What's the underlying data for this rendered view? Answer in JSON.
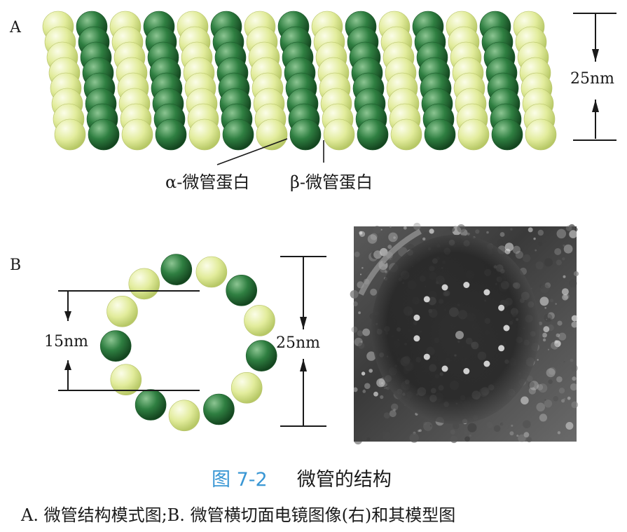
{
  "panel_a": {
    "letter": "A",
    "diameter_label": "25nm",
    "alpha_label": "α-微管蛋白",
    "beta_label": "β-微管蛋白"
  },
  "panel_b": {
    "letter": "B",
    "inner_label": "15nm",
    "outer_label": "25nm"
  },
  "figure": {
    "number": "图 7-2",
    "title": "微管的结构",
    "caption": "A. 微管结构模式图;B. 微管横切面电镜图像(右)和其模型图"
  },
  "colors": {
    "alpha": "#e6eeaa",
    "beta": "#2e7a3e",
    "accent": "#3a97d4"
  }
}
